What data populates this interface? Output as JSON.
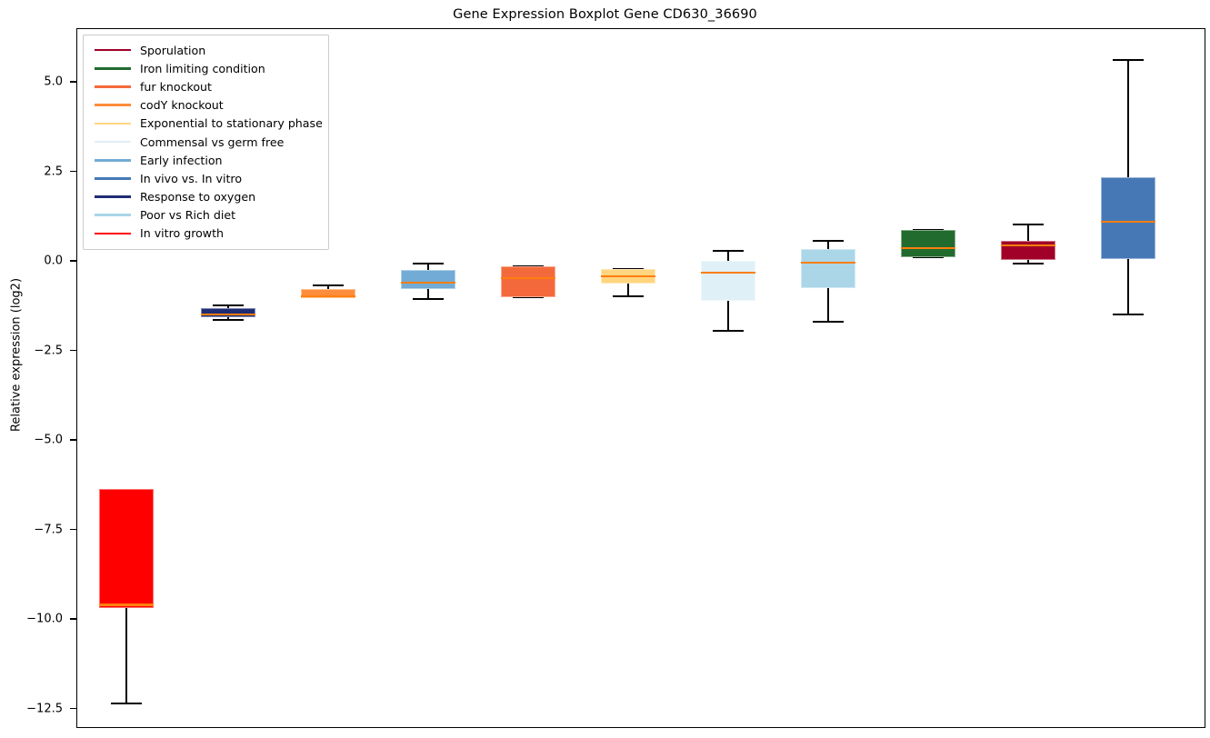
{
  "chart_data": {
    "type": "box",
    "title": "Gene Expression Boxplot Gene CD630_36690",
    "xlabel": "",
    "ylabel": "Relative expression (log2)",
    "ylim": [
      -13.1,
      6.5
    ],
    "yticks": [
      5.0,
      2.5,
      0.0,
      -2.5,
      -5.0,
      -7.5,
      -10.0,
      -12.5
    ],
    "ytick_labels": [
      "5.0",
      "2.5",
      "0.0",
      "−2.5",
      "−5.0",
      "−7.5",
      "−10.0",
      "−12.5"
    ],
    "grid": false,
    "legend_position": "upper left",
    "median_color": "#ff7f0e",
    "whisker_color": "#000000",
    "boxes": [
      {
        "label": "In vitro growth",
        "color": "#ff0000",
        "x_center": 138,
        "q1": -9.68,
        "median": -9.58,
        "q3": -6.35,
        "whisker_low": -12.33,
        "whisker_high": -6.4
      },
      {
        "label": "Response to oxygen",
        "color": "#1f2c74",
        "x_center": 250,
        "q1": -1.55,
        "median": -1.47,
        "q3": -1.3,
        "whisker_low": -1.63,
        "whisker_high": -1.22
      },
      {
        "label": "codY knockout",
        "color": "#fd8d3c",
        "x_center": 360,
        "q1": -1.02,
        "median": -0.96,
        "q3": -0.76,
        "whisker_low": -0.91,
        "whisker_high": -0.66
      },
      {
        "label": "Early infection",
        "color": "#72abd5",
        "x_center": 470,
        "q1": -0.76,
        "median": -0.58,
        "q3": -0.23,
        "whisker_low": -1.04,
        "whisker_high": -0.05
      },
      {
        "label": "fur knockout",
        "color": "#f4693c",
        "x_center": 580,
        "q1": -0.99,
        "median": -0.46,
        "q3": -0.13,
        "whisker_low": -0.99,
        "whisker_high": -0.13
      },
      {
        "label": "Exponential to stationary phase",
        "color": "#ffd580",
        "x_center": 690,
        "q1": -0.61,
        "median": -0.41,
        "q3": -0.2,
        "whisker_low": -0.97,
        "whisker_high": -0.2
      },
      {
        "label": "Commensal vs germ free",
        "color": "#e0f0f7",
        "x_center": 800,
        "q1": -1.09,
        "median": -0.3,
        "q3": 0.03,
        "whisker_low": -1.93,
        "whisker_high": 0.3
      },
      {
        "label": "Poor vs Rich diet",
        "color": "#aad6e8",
        "x_center": 910,
        "q1": -0.74,
        "median": -0.03,
        "q3": 0.36,
        "whisker_low": -1.68,
        "whisker_high": 0.58
      },
      {
        "label": "Iron limiting condition",
        "color": "#226b2e",
        "x_center": 1020,
        "q1": 0.13,
        "median": 0.38,
        "q3": 0.89,
        "whisker_low": 0.13,
        "whisker_high": 0.89
      },
      {
        "label": "Sporulation",
        "color": "#a10028",
        "x_center": 1130,
        "q1": 0.05,
        "median": 0.46,
        "q3": 0.58,
        "whisker_low": -0.05,
        "whisker_high": 1.04
      },
      {
        "label": "In vivo vs. In vitro",
        "color": "#4678b6",
        "x_center": 1240,
        "q1": 0.08,
        "median": 1.12,
        "q3": 2.36,
        "whisker_low": -1.47,
        "whisker_high": 5.63
      }
    ]
  },
  "legend": {
    "items": [
      {
        "label": "Sporulation",
        "color": "#a10028"
      },
      {
        "label": "Iron limiting condition",
        "color": "#226b2e"
      },
      {
        "label": "fur knockout",
        "color": "#f4693c"
      },
      {
        "label": "codY knockout",
        "color": "#fd8d3c"
      },
      {
        "label": "Exponential to stationary phase",
        "color": "#ffd580"
      },
      {
        "label": "Commensal vs germ free",
        "color": "#e0f0f7"
      },
      {
        "label": "Early infection",
        "color": "#72abd5"
      },
      {
        "label": "In vivo vs. In vitro",
        "color": "#4678b6"
      },
      {
        "label": "Response to oxygen",
        "color": "#1f2c74"
      },
      {
        "label": "Poor vs Rich diet",
        "color": "#aad6e8"
      },
      {
        "label": "In vitro growth",
        "color": "#ff0000"
      }
    ]
  }
}
